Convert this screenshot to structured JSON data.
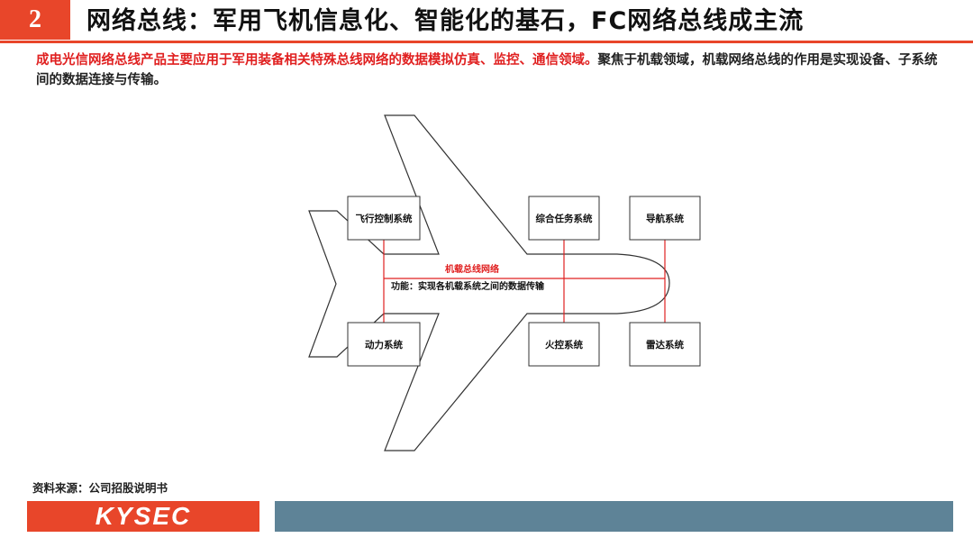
{
  "header": {
    "section_number": "2",
    "title": "网络总线：军用飞机信息化、智能化的基石，FC网络总线成主流"
  },
  "intro": {
    "highlight": "成电光信网络总线产品主要应用于军用装备相关特殊总线网络的数据模拟仿真、监控、通信领域。",
    "rest": "聚焦于机载领域，机载网络总线的作用是实现设备、子系统间的数据连接与传输。"
  },
  "diagram": {
    "bus_name": "机载总线网络",
    "bus_function": "功能：实现各机载系统之间的数据传输",
    "systems_top": [
      "飞行控制系统",
      "综合任务系统",
      "导航系统"
    ],
    "systems_bottom": [
      "动力系统",
      "火控系统",
      "雷达系统"
    ],
    "colors": {
      "bus_line": "#e02020",
      "outline": "#333333",
      "bus_name_text": "#e02020",
      "function_text": "#111111"
    }
  },
  "source": "资料来源：公司招股说明书",
  "footer": {
    "logo_text": "KYSEC",
    "colors": {
      "logo_bg": "#e8462a",
      "bar_bg": "#5e8397"
    }
  }
}
